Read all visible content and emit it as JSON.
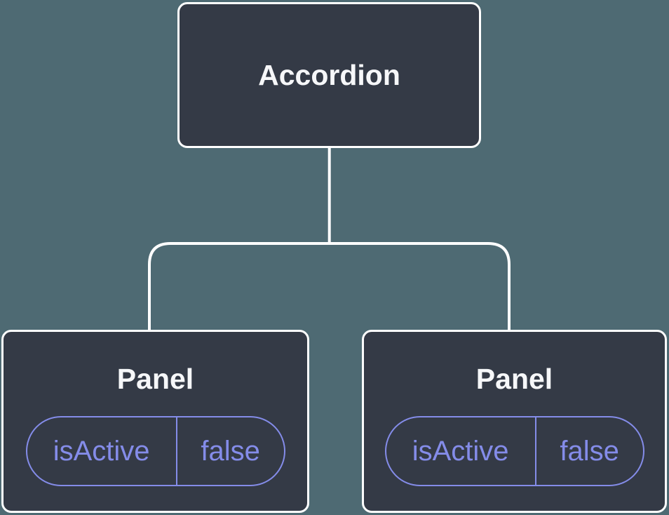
{
  "diagram": {
    "root": {
      "label": "Accordion"
    },
    "children": [
      {
        "label": "Panel",
        "prop": {
          "name": "isActive",
          "value": "false"
        }
      },
      {
        "label": "Panel",
        "prop": {
          "name": "isActive",
          "value": "false"
        }
      }
    ]
  },
  "colors": {
    "background": "#4E6A73",
    "node_fill": "#343A46",
    "node_border": "#FFFFFF",
    "node_text": "#F6F7F9",
    "accent_purple": "#848CE9"
  }
}
